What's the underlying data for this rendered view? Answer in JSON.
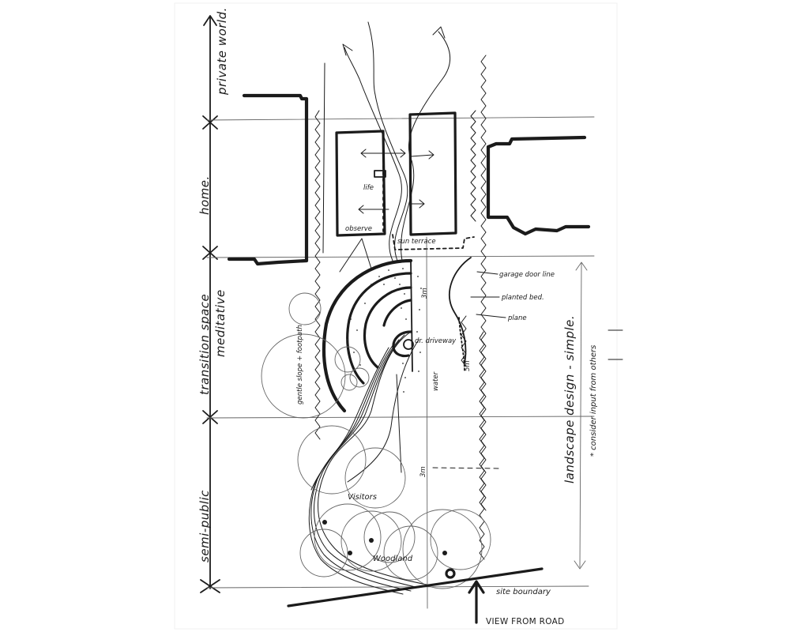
{
  "zones": {
    "private": "private world.",
    "home": "home.",
    "transition_1": "transition space",
    "transition_2": "meditative",
    "semi_public": "semi-public"
  },
  "notes": {
    "life": "life",
    "observe": "observe",
    "sun_terrace": "sun terrace",
    "garage_line": "garage door line",
    "planted_bed": "planted bed.",
    "plane": "plane",
    "footpath": "gentle slope + footpath",
    "water": "water",
    "driveway": "dr. driveway",
    "dim_3m_a": "3m",
    "dim_3m_b": "3m",
    "dim_5m": "5m",
    "visitors": "Visitors",
    "woodland": "Woodland",
    "site_boundary": "site boundary",
    "view_from_road": "VIEW FROM ROAD",
    "design_1": "landscape design - simple.",
    "design_2": "* consider input from others"
  }
}
